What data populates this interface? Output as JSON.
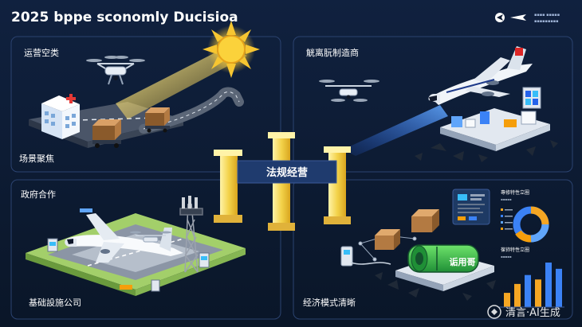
{
  "title": "2025 bppe sconomly Ducisioa",
  "brand": {
    "line1": "▪▪▪▪ ▪▪▪▪▪",
    "line2": "▪▪▪▪▪▪▪▪▪"
  },
  "panels": {
    "tl_label": "运营空类",
    "tl_sub": "场景聚焦",
    "tr_label": "觥离朊制造商",
    "bl_label": "政府合作",
    "bl_sub": "基础設施公司",
    "br_label": "经济模式清晰"
  },
  "center_label": "法规经营",
  "battery_label": "诟用哥",
  "dashboard": {
    "top_title": "專修特性立圈",
    "top_subtitle": "▪▪▪▪▪",
    "bottom_title": "葆铈特性立圈",
    "bottom_subtitle": "▪▪▪▪▪",
    "bar_levels": [
      0.32,
      0.52,
      0.72,
      0.62,
      1.0,
      0.86
    ]
  },
  "watermark": "清言·AI生成",
  "colors": {
    "bg": "#0b1830",
    "pillar": "#f3d24a",
    "beam": "#ffe27a",
    "banner": "#1f3b6e",
    "bar_orange": "#f5a623",
    "bar_blue": "#3b82f6",
    "battery": "#2fb44a",
    "hospital_cross": "#e53935"
  }
}
